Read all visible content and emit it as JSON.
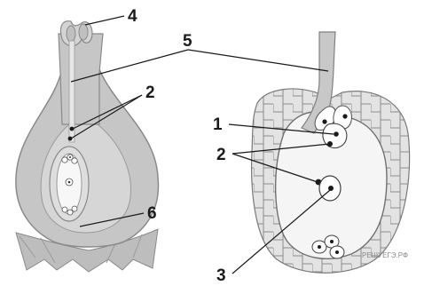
{
  "labels": {
    "l4": "4",
    "l5": "5",
    "l2_left": "2",
    "l6": "6",
    "l1": "1",
    "l2_right": "2",
    "l3": "3"
  },
  "watermark": "РЕШУЕГЭ.РФ"
}
